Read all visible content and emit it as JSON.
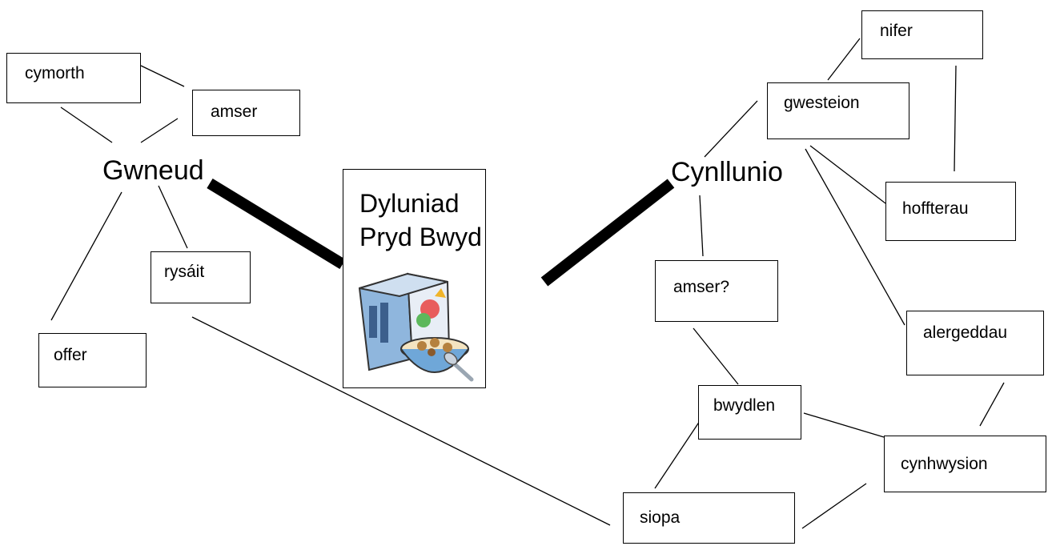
{
  "hubs": {
    "left": "Gwneud",
    "right": "Cynllunio"
  },
  "center": {
    "title": "Dyluniad\nPryd Bwyd",
    "clipart": "cereal-box-and-bowl-icon"
  },
  "nodes": {
    "cymorth": "cymorth",
    "amser_left": "amser",
    "rysait": "rysáit",
    "offer": "offer",
    "nifer": "nifer",
    "gwesteion": "gwesteion",
    "hoffterau": "hoffterau",
    "amser_right": "amser?",
    "alergeddau": "alergeddau",
    "bwydlen": "bwydlen",
    "cynhwysion": "cynhwysion",
    "siopa": "siopa"
  },
  "colors": {
    "line": "#000000",
    "background": "#ffffff",
    "cereal_box": "#8fb6dd",
    "bowl": "#6fa7d8",
    "cereal": "#b5813f",
    "spoon": "#c9d2dc"
  }
}
